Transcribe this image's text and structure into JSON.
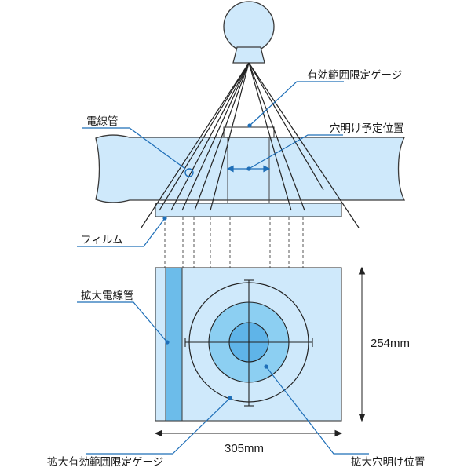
{
  "labels": {
    "gauge": "有効範囲限定ゲージ",
    "drill_point": "穴明け予定位置",
    "conduit": "電線管",
    "film": "フィルム",
    "enlarged_conduit": "拡大電線管",
    "enlarged_gauge": "拡大有効範囲限定ゲージ",
    "enlarged_drill_point": "拡大穴明け位置"
  },
  "dimensions": {
    "height": "254mm",
    "width": "305mm"
  },
  "colors": {
    "line": "#222222",
    "leader": "#1f6fb8",
    "light_fill": "#cfe9fb",
    "medium_fill": "#8ccff2",
    "dark_fill": "#5fb4e8",
    "outline": "#3a3a3a"
  }
}
